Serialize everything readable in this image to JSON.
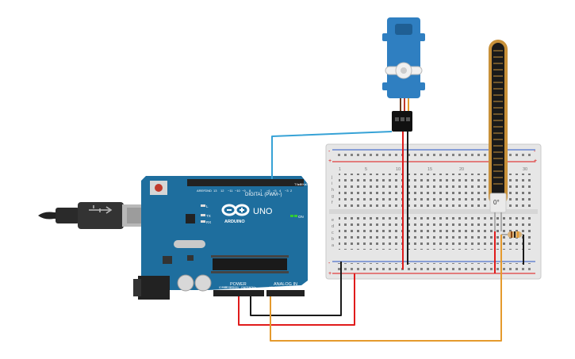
{
  "arduino": {
    "logo_text": "UNO",
    "brand": "ARDUINO",
    "digital_label": "DIGITAL (PWM~)",
    "power_label": "POWER",
    "analog_label": "ANALOG IN",
    "on_label": "ON",
    "led_labels": [
      "L",
      "TX",
      "RX"
    ],
    "aref_label": "AREF",
    "gnd_label": "GND",
    "digital_pins": [
      "13",
      "12",
      "~11",
      "~10",
      "~9",
      "8",
      "7",
      "~6",
      "~5",
      "4",
      "~3",
      "2",
      "TX▸1",
      "RX◂0"
    ],
    "power_pins": [
      "IOREF",
      "RESET",
      "3.3V",
      "5V",
      "GND",
      "GND",
      "Vin"
    ],
    "analog_pins": [
      "A0",
      "A1",
      "A2",
      "A3",
      "A4",
      "A5"
    ]
  },
  "breadboard": {
    "columns_top": [
      "1",
      "5",
      "10",
      "15",
      "20",
      "25",
      "30"
    ],
    "row_letters_top": [
      "j",
      "i",
      "h",
      "g",
      "f"
    ],
    "row_letters_bottom": [
      "e",
      "d",
      "c",
      "b",
      "a"
    ],
    "plus": "+",
    "minus": "-"
  },
  "flex_sensor": {
    "reading": "0°"
  },
  "colors": {
    "arduino_board": "#1e6e9e",
    "breadboard": "#e8e8e8",
    "wire_red": "#e01b1b",
    "wire_black": "#1a1a1a",
    "wire_blue": "#36a2d6",
    "wire_orange": "#e59a2d",
    "servo_body": "#2f7fc1"
  },
  "icons": [
    "usb-cable-icon",
    "power-jack-icon",
    "servo-motor-icon",
    "flex-sensor-icon",
    "resistor-icon"
  ]
}
